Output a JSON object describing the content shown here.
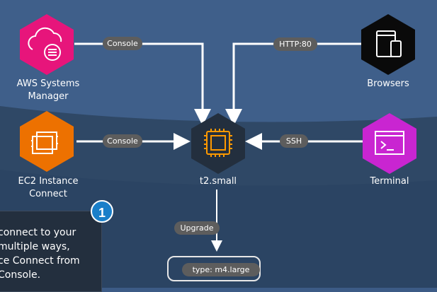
{
  "nodes": {
    "ssm": {
      "label_line1": "AWS Systems",
      "label_line2": "Manager"
    },
    "ec2ic": {
      "label_line1": "EC2 Instance",
      "label_line2": "Connect"
    },
    "instance": {
      "label": "t2.small"
    },
    "browsers": {
      "label": "Browsers"
    },
    "terminal": {
      "label": "Terminal"
    }
  },
  "edges": {
    "ssm_console": "Console",
    "ec2ic_console": "Console",
    "http": "HTTP:80",
    "ssh": "SSH",
    "upgrade": "Upgrade"
  },
  "result": {
    "label": "type: m4.large"
  },
  "callout": {
    "step": "1",
    "line1": "connect to your",
    "line2": "multiple ways,",
    "line3": "ce Connect from",
    "line4": "Console."
  },
  "colors": {
    "ssm": "#e7157b",
    "ec2": "#ed7100",
    "terminal": "#c925d1",
    "instance_bg": "#232f3e",
    "instance_chip": "#ff9900"
  }
}
